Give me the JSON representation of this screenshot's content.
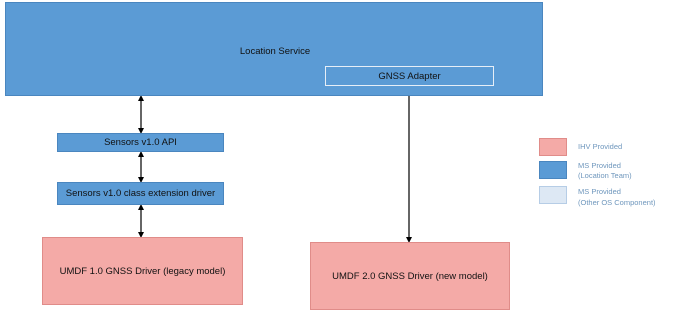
{
  "boxes": {
    "location_service": "Location Service",
    "gnss_adapter": "GNSS Adapter",
    "sensors_api": "Sensors v1.0 API",
    "sensors_class_extension": "Sensors v1.0 class extension driver",
    "umdf1_driver": "UMDF 1.0 GNSS Driver (legacy model)",
    "umdf2_driver": "UMDF 2.0 GNSS Driver (new model)"
  },
  "legend": {
    "items": [
      {
        "line1": "IHV Provided",
        "line2": "",
        "color": "#f4aaa7"
      },
      {
        "line1": "MS Provided",
        "line2": "(Location Team)",
        "color": "#5b9bd5"
      },
      {
        "line1": "MS Provided",
        "line2": "(Other OS Component)",
        "color": "#dde8f4"
      }
    ]
  },
  "colors": {
    "ms_location_team": "#5b9bd5",
    "ihv": "#f4aaa7",
    "ms_other_os": "#dde8f4",
    "connector": "#000000"
  }
}
